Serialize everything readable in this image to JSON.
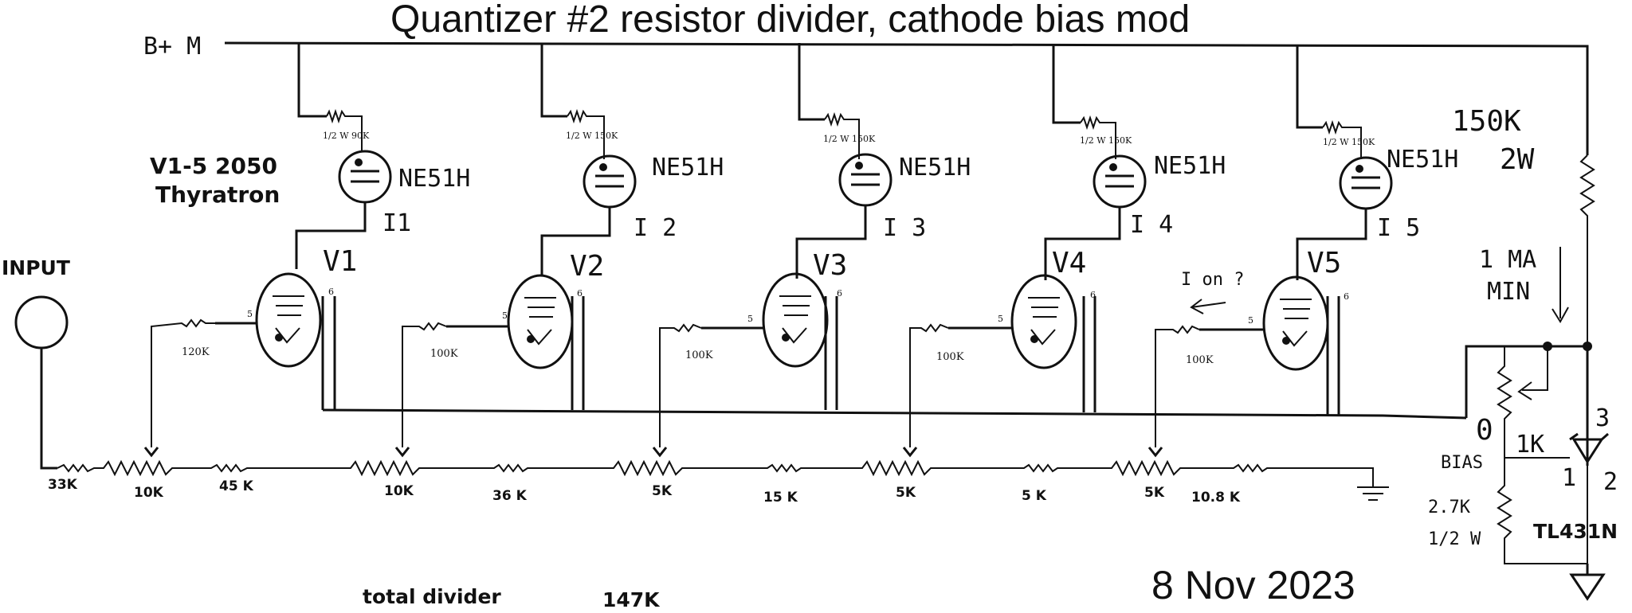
{
  "title": "Quantizer #2  resistor divider, cathode bias mod",
  "supply_label": "B+ M",
  "tube_label": {
    "line1": "V1-5 2050",
    "line2": "Thyratron"
  },
  "input_label": "INPUT",
  "stages": [
    {
      "tube": "V1",
      "neon": "NE51H",
      "current": "I1",
      "neon_rating": "1/2 W 90K",
      "grid_resistor": "120K",
      "divider_pot": "10K"
    },
    {
      "tube": "V2",
      "neon": "NE51H",
      "current": "I 2",
      "neon_rating": "1/2 W 150K",
      "grid_resistor": "100K",
      "divider_pot": "10K"
    },
    {
      "tube": "V3",
      "neon": "NE51H",
      "current": "I 3",
      "neon_rating": "1/2 W 150K",
      "grid_resistor": "100K",
      "divider_pot": "5K"
    },
    {
      "tube": "V4",
      "neon": "NE51H",
      "current": "I 4",
      "neon_rating": "1/2 W 150K",
      "grid_resistor": "100K",
      "divider_pot": "5K"
    },
    {
      "tube": "V5",
      "neon": "NE51H",
      "current": "I 5",
      "neon_rating": "1/2 W 150K",
      "grid_resistor": "100K",
      "divider_pot": "5K"
    }
  ],
  "series_resistors": [
    "33K",
    "45 K",
    "36 K",
    "15 K",
    "5 K",
    "10.8 K"
  ],
  "pin_labels": {
    "grid": "5",
    "cathode": "6"
  },
  "annotation_current_on": "I on ?",
  "load_resistor": {
    "value": "150K",
    "rating": "2W"
  },
  "min_current": {
    "line1": "1 MA",
    "line2": "MIN"
  },
  "bias_pot": {
    "value": "1K",
    "label": "BIAS"
  },
  "bias_zero": "0",
  "bias_resistor": {
    "value": "2.7K",
    "rating": "1/2 W"
  },
  "regulator": {
    "name": "TL431N",
    "pin1": "1",
    "pin2": "2",
    "pin3": "3"
  },
  "total_divider": {
    "label": "total divider",
    "value": "147K"
  },
  "date": "8 Nov 2023"
}
